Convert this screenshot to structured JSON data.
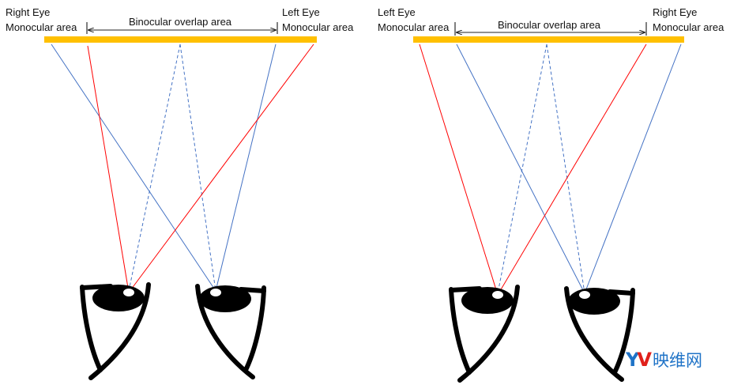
{
  "colors": {
    "bar": "#ffc000",
    "red": "#ff0000",
    "blue": "#4472c4",
    "eye": "#000000"
  },
  "left_diagram": {
    "left_label_line1": "Right Eye",
    "left_label_line2": "Monocular area",
    "center_label": "Binocular overlap area",
    "right_label_line1": "Left Eye",
    "right_label_line2": "Monocular area"
  },
  "right_diagram": {
    "left_label_line1": "Left Eye",
    "left_label_line2": "Monocular area",
    "center_label": "Binocular overlap area",
    "right_label_line1": "Right Eye",
    "right_label_line2": "Monocular area"
  },
  "watermark": {
    "logo": "YV",
    "text": "映维网"
  }
}
